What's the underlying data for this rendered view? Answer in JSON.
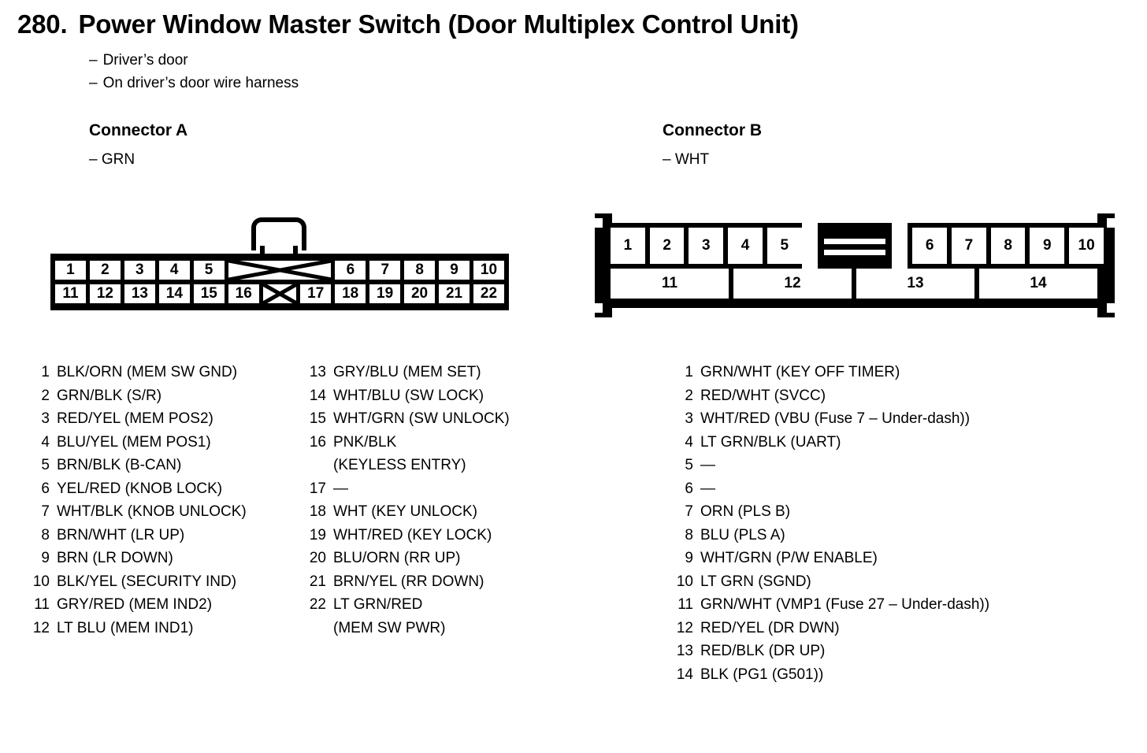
{
  "header": {
    "number": "280.",
    "title": "Power Window Master Switch (Door Multiplex Control Unit)",
    "notes": [
      "Driver’s door",
      "On driver’s door wire harness"
    ],
    "dash": "–"
  },
  "connector_a": {
    "heading": "Connector A",
    "color": "– GRN",
    "diagram": {
      "top_row": [
        "1",
        "2",
        "3",
        "4",
        "5",
        "",
        "6",
        "7",
        "8",
        "9",
        "10"
      ],
      "bottom_row": [
        "11",
        "12",
        "13",
        "14",
        "15",
        "16",
        "",
        "17",
        "18",
        "19",
        "20",
        "21",
        "22"
      ],
      "blank_label": "",
      "latch": "latch-tab"
    },
    "pins_col1": [
      {
        "n": "1",
        "text": "BLK/ORN (MEM SW GND)"
      },
      {
        "n": "2",
        "text": "GRN/BLK (S/R)"
      },
      {
        "n": "3",
        "text": "RED/YEL (MEM POS2)"
      },
      {
        "n": "4",
        "text": "BLU/YEL (MEM POS1)"
      },
      {
        "n": "5",
        "text": "BRN/BLK (B-CAN)"
      },
      {
        "n": "6",
        "text": "YEL/RED (KNOB LOCK)"
      },
      {
        "n": "7",
        "text": "WHT/BLK (KNOB UNLOCK)"
      },
      {
        "n": "8",
        "text": "BRN/WHT (LR UP)"
      },
      {
        "n": "9",
        "text": "BRN (LR DOWN)"
      },
      {
        "n": "10",
        "text": "BLK/YEL (SECURITY IND)"
      },
      {
        "n": "11",
        "text": "GRY/RED (MEM IND2)"
      },
      {
        "n": "12",
        "text": "LT BLU (MEM IND1)"
      }
    ],
    "pins_col2": [
      {
        "n": "13",
        "text": "GRY/BLU (MEM SET)"
      },
      {
        "n": "14",
        "text": "WHT/BLU (SW LOCK)"
      },
      {
        "n": "15",
        "text": "WHT/GRN (SW UNLOCK)"
      },
      {
        "n": "16",
        "text": "PNK/BLK",
        "cont": "(KEYLESS ENTRY)"
      },
      {
        "n": "17",
        "text": "—"
      },
      {
        "n": "18",
        "text": "WHT (KEY UNLOCK)"
      },
      {
        "n": "19",
        "text": "WHT/RED (KEY LOCK)"
      },
      {
        "n": "20",
        "text": "BLU/ORN (RR UP)"
      },
      {
        "n": "21",
        "text": "BRN/YEL (RR DOWN)"
      },
      {
        "n": "22",
        "text": "LT GRN/RED",
        "cont": "(MEM SW PWR)"
      }
    ]
  },
  "connector_b": {
    "heading": "Connector B",
    "color": "– WHT",
    "diagram": {
      "top_row": [
        "1",
        "2",
        "3",
        "4",
        "5",
        "6",
        "7",
        "8",
        "9",
        "10"
      ],
      "bottom_row": [
        "11",
        "12",
        "13",
        "14"
      ],
      "keyway": "keyway-block"
    },
    "pins": [
      {
        "n": "1",
        "text": "GRN/WHT (KEY OFF TIMER)"
      },
      {
        "n": "2",
        "text": "RED/WHT (SVCC)"
      },
      {
        "n": "3",
        "text": "WHT/RED (VBU (Fuse 7 – Under-dash))"
      },
      {
        "n": "4",
        "text": "LT GRN/BLK (UART)"
      },
      {
        "n": "5",
        "text": "—"
      },
      {
        "n": "6",
        "text": "—"
      },
      {
        "n": "7",
        "text": "ORN (PLS B)"
      },
      {
        "n": "8",
        "text": "BLU (PLS A)"
      },
      {
        "n": "9",
        "text": "WHT/GRN (P/W ENABLE)"
      },
      {
        "n": "10",
        "text": "LT GRN (SGND)"
      },
      {
        "n": "11",
        "text": "GRN/WHT (VMP1 (Fuse 27 – Under-dash))"
      },
      {
        "n": "12",
        "text": "RED/YEL (DR DWN)"
      },
      {
        "n": "13",
        "text": "RED/BLK (DR UP)"
      },
      {
        "n": "14",
        "text": "BLK (PG1 (G501))"
      }
    ]
  }
}
